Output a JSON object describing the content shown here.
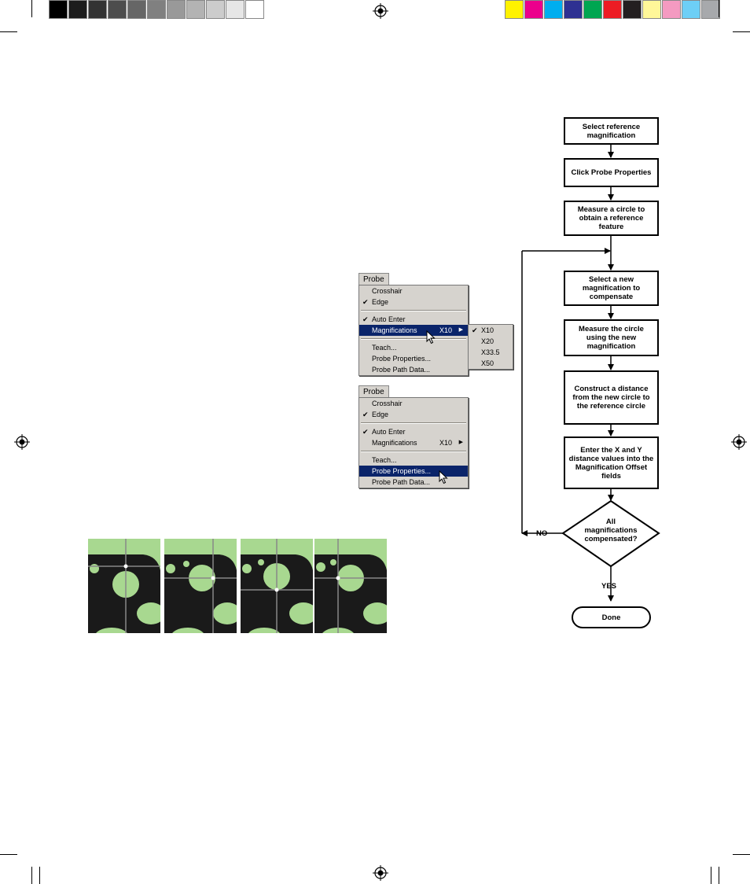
{
  "colors": {
    "grayscale": [
      "#000000",
      "#1c1c1c",
      "#333333",
      "#4d4d4d",
      "#666666",
      "#808080",
      "#999999",
      "#b3b3b3",
      "#cccccc",
      "#e6e6e6",
      "#ffffff"
    ],
    "process": [
      "#fff200",
      "#ec008c",
      "#00aeef",
      "#2e3192",
      "#00a651",
      "#ed1c24",
      "#231f20",
      "#fff799",
      "#f49ac1",
      "#6dcff6",
      "#a7a9ac"
    ],
    "menu_bg": "#d6d3ce",
    "menu_highlight": "#0a246a",
    "thumb_bg": "#a8d890",
    "thumb_part": "#1a1a1a"
  },
  "menus": [
    {
      "title": "Probe",
      "items": [
        {
          "label": "Crosshair",
          "checked": false
        },
        {
          "label": "Edge",
          "checked": true
        },
        {
          "sep": true
        },
        {
          "label": "Auto Enter",
          "checked": true
        },
        {
          "label": "Magnifications",
          "checked": false,
          "value": "X10",
          "has_sub": true,
          "selected": true
        },
        {
          "sep": true
        },
        {
          "label": "Teach...",
          "checked": false
        },
        {
          "label": "Probe Properties...",
          "checked": false
        },
        {
          "label": "Probe Path Data...",
          "checked": false
        }
      ],
      "submenu": [
        {
          "label": "X10",
          "checked": true
        },
        {
          "label": "X20",
          "checked": false
        },
        {
          "label": "X33.5",
          "checked": false
        },
        {
          "label": "X50",
          "checked": false
        }
      ]
    },
    {
      "title": "Probe",
      "items": [
        {
          "label": "Crosshair",
          "checked": false
        },
        {
          "label": "Edge",
          "checked": true
        },
        {
          "sep": true
        },
        {
          "label": "Auto Enter",
          "checked": true
        },
        {
          "label": "Magnifications",
          "checked": false,
          "value": "X10",
          "has_sub": true,
          "selected": false
        },
        {
          "sep": true
        },
        {
          "label": "Teach...",
          "checked": false
        },
        {
          "label": "Probe Properties...",
          "checked": false,
          "selected": true
        },
        {
          "label": "Probe Path Data...",
          "checked": false
        }
      ]
    }
  ],
  "flowchart": {
    "steps": [
      "Select reference magnification",
      "Click Probe Properties",
      "Measure a circle to obtain a reference feature",
      "Select a new magnification to compensate",
      "Measure the circle using the new magnification",
      "Construct a distance from the new circle to the reference circle",
      "Enter the X and Y distance values into the Magnification Offset fields"
    ],
    "decision": "All magnifications compensated?",
    "no_label": "NO",
    "yes_label": "YES",
    "end": "Done"
  }
}
